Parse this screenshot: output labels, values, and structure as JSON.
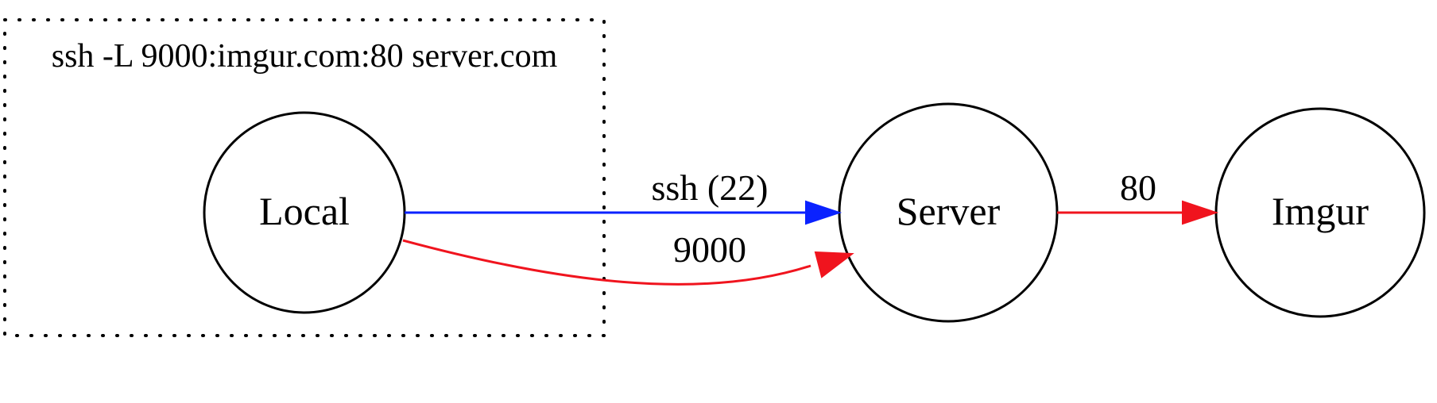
{
  "cluster": {
    "label": "ssh -L 9000:imgur.com:80 server.com"
  },
  "nodes": {
    "local": {
      "label": "Local"
    },
    "server": {
      "label": "Server"
    },
    "imgur": {
      "label": "Imgur"
    }
  },
  "edges": {
    "ssh": {
      "label": "ssh (22)",
      "color": "#0a22ff"
    },
    "tunnel": {
      "label": "9000",
      "color": "#f0141e"
    },
    "http": {
      "label": "80",
      "color": "#f0141e"
    }
  }
}
